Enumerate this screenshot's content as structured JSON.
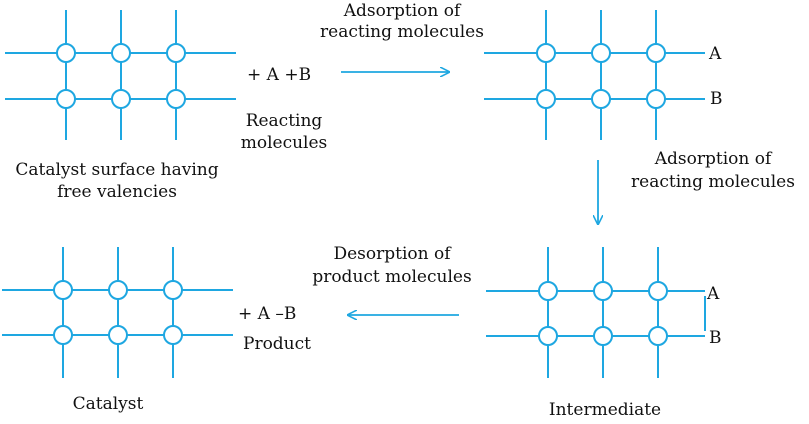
{
  "colors": {
    "lattice": "#1ea7e1",
    "text": "#111111",
    "background": "#ffffff"
  },
  "panels": {
    "top_left": {
      "caption_line1": "Catalyst surface having",
      "caption_line2": "free valencies"
    },
    "top_middle": {
      "reactants": "+ A +B",
      "label_line1": "Reacting",
      "label_line2": "molecules"
    },
    "top_arrow": {
      "label_line1": "Adsorption of",
      "label_line2": "reacting molecules"
    },
    "top_right": {
      "atom_a": "A",
      "atom_b": "B"
    },
    "right_arrow": {
      "label_line1": "Adsorption of",
      "label_line2": "reacting molecules"
    },
    "bottom_right": {
      "atom_a": "A",
      "atom_b": "B",
      "caption": "Intermediate"
    },
    "bottom_arrow": {
      "label_line1": "Desorption of",
      "label_line2": "product molecules"
    },
    "bottom_middle": {
      "product_formula": "+ A –B",
      "label": "Product"
    },
    "bottom_left": {
      "caption": "Catalyst"
    }
  }
}
